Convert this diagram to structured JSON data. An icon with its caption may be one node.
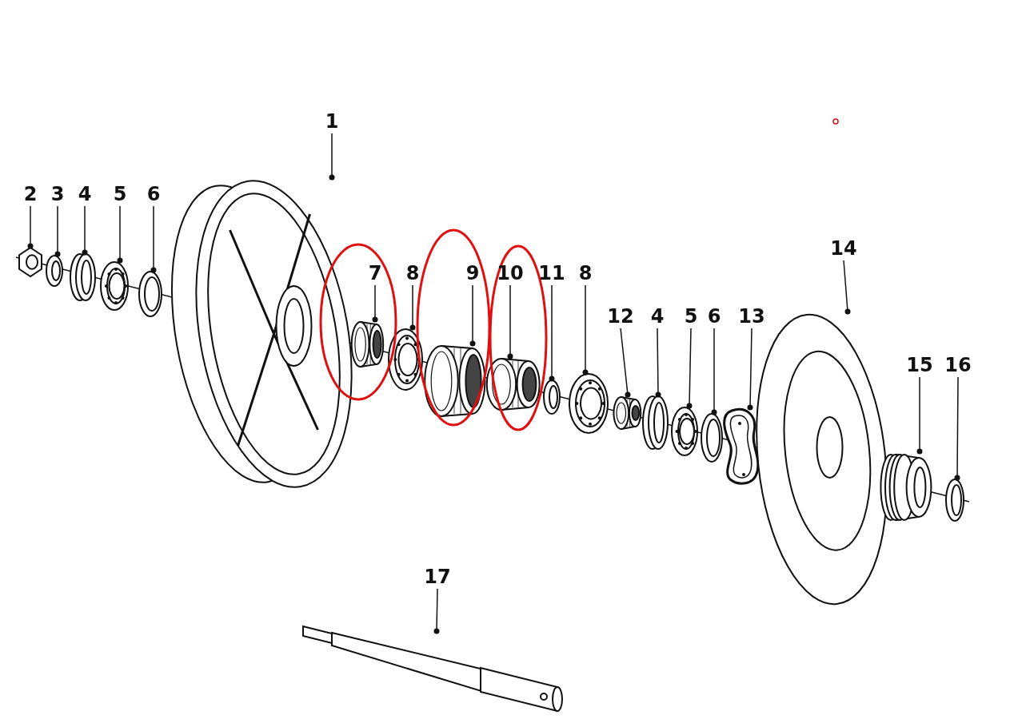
{
  "diagram": {
    "nodes": [
      {
        "text": [
          "1"
        ]
      },
      {
        "text": [
          "2"
        ]
      },
      {
        "text": [
          "3"
        ]
      },
      {
        "text": [
          "4"
        ]
      },
      {
        "text": [
          "5"
        ]
      },
      {
        "text": [
          "6"
        ]
      },
      {
        "text": [
          "7"
        ]
      },
      {
        "text": [
          "8"
        ]
      },
      {
        "text": [
          "9"
        ]
      },
      {
        "text": [
          "10"
        ]
      },
      {
        "text": [
          "11"
        ]
      },
      {
        "text": [
          "8"
        ]
      },
      {
        "text": [
          "12"
        ]
      },
      {
        "text": [
          "4"
        ]
      },
      {
        "text": [
          "5"
        ]
      },
      {
        "text": [
          "6"
        ]
      },
      {
        "text": [
          "13"
        ]
      },
      {
        "text": [
          "14"
        ]
      },
      {
        "text": [
          "15"
        ]
      },
      {
        "text": [
          "16"
        ]
      },
      {
        "text": [
          "17"
        ]
      },
      {
        "text": [],
        "shape": "picture"
      },
      {
        "text": [],
        "shape": "picture"
      },
      {
        "text": [],
        "shape": "picture"
      },
      {
        "text": [],
        "shape": "picture"
      },
      {
        "text": [],
        "shape": "picture"
      },
      {
        "text": [],
        "shape": "picture"
      },
      {
        "text": [],
        "shape": "picture"
      },
      {
        "text": [],
        "shape": "picture"
      },
      {
        "text": [],
        "shape": "picture"
      },
      {
        "text": [],
        "shape": "picture"
      },
      {
        "text": [],
        "shape": "picture"
      },
      {
        "text": [],
        "shape": "picture"
      },
      {
        "text": [],
        "shape": "picture"
      },
      {
        "text": [],
        "shape": "picture"
      },
      {
        "text": [],
        "shape": "picture"
      },
      {
        "text": [],
        "shape": "picture"
      },
      {
        "text": [],
        "shape": "picture"
      },
      {
        "text": [],
        "shape": "picture"
      },
      {
        "text": [],
        "shape": "picture"
      },
      {
        "text": [],
        "shape": "picture"
      },
      {
        "text": [],
        "shape": "picture"
      }
    ],
    "edges": [
      {
        "from": 0,
        "to": 21,
        "arrow": "other"
      },
      {
        "from": 1,
        "to": 22,
        "arrow": "other"
      },
      {
        "from": 2,
        "to": 23,
        "arrow": "other"
      },
      {
        "from": 3,
        "to": 24,
        "arrow": "other"
      },
      {
        "from": 4,
        "to": 25,
        "arrow": "other"
      },
      {
        "from": 5,
        "to": 26,
        "arrow": "other"
      },
      {
        "from": 6,
        "to": 27,
        "arrow": "other"
      },
      {
        "from": 7,
        "to": 28,
        "arrow": "other"
      },
      {
        "from": 8,
        "to": 29,
        "arrow": "other"
      },
      {
        "from": 9,
        "to": 30,
        "arrow": "other"
      },
      {
        "from": 10,
        "to": 31,
        "arrow": "other"
      },
      {
        "from": 11,
        "to": 32,
        "arrow": "other"
      },
      {
        "from": 12,
        "to": 33,
        "arrow": "other"
      },
      {
        "from": 13,
        "to": 34,
        "arrow": "other"
      },
      {
        "from": 14,
        "to": 35,
        "arrow": "other"
      },
      {
        "from": 15,
        "to": 36,
        "arrow": "other"
      },
      {
        "from": 16,
        "to": 37,
        "arrow": "other"
      },
      {
        "from": 17,
        "to": 38,
        "arrow": "other"
      },
      {
        "from": 18,
        "to": 39,
        "arrow": "other"
      },
      {
        "from": 19,
        "to": 40,
        "arrow": "other"
      },
      {
        "from": 20,
        "to": 41,
        "arrow": "other"
      }
    ]
  }
}
